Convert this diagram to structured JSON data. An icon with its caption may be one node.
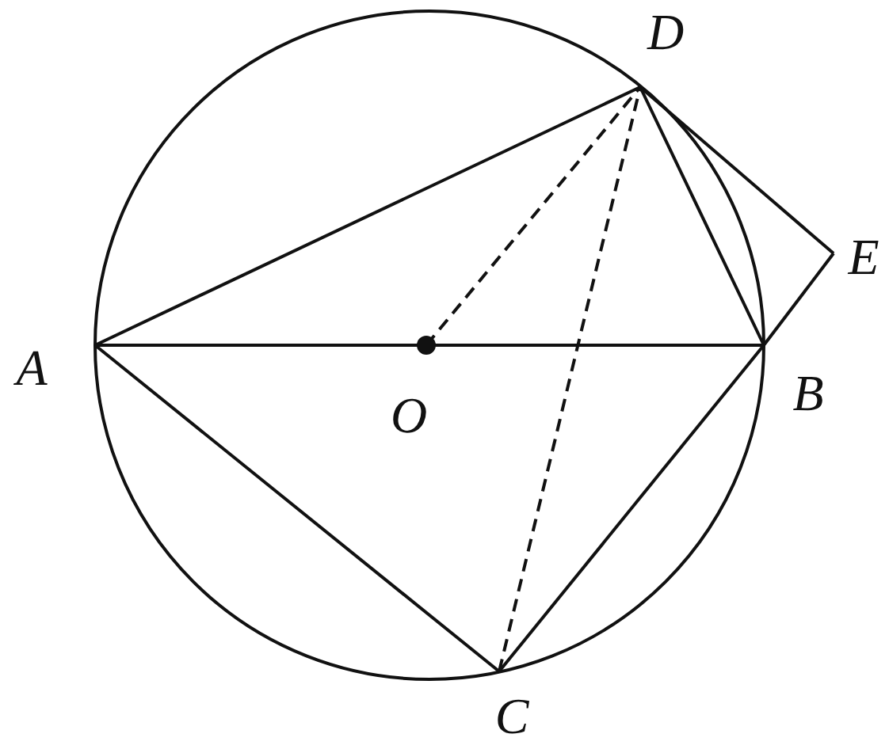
{
  "diagram": {
    "nodes": [
      {
        "text": [
          "A"
        ]
      },
      {
        "text": [
          "O"
        ]
      },
      {
        "text": [
          "B"
        ]
      },
      {
        "text": [
          "D"
        ]
      },
      {
        "text": [
          "E"
        ]
      },
      {
        "text": [
          "C"
        ]
      }
    ],
    "edges": [
      {
        "from": 0,
        "to": 3,
        "arrow": "none"
      },
      {
        "from": 0,
        "to": 2,
        "arrow": "none"
      },
      {
        "from": 0,
        "to": 5,
        "arrow": "none"
      },
      {
        "from": 3,
        "to": 2,
        "arrow": "none"
      },
      {
        "from": 3,
        "to": 4,
        "arrow": "none"
      },
      {
        "from": 4,
        "to": 2,
        "arrow": "none"
      },
      {
        "from": 5,
        "to": 2,
        "arrow": "none"
      },
      {
        "from": 1,
        "to": 3,
        "arrow": "none",
        "style": "dashed"
      },
      {
        "from": 5,
        "to": 3,
        "arrow": "none",
        "style": "dashed"
      }
    ]
  }
}
